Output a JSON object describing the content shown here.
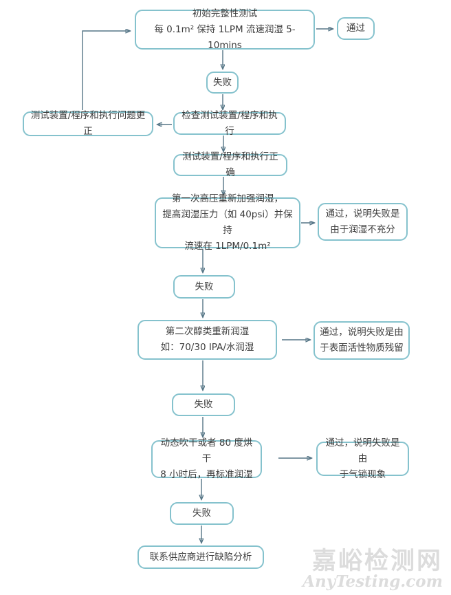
{
  "nodes": {
    "initial_test": {
      "line1": "初始完整性测试",
      "line2": "每 0.1m² 保持 1LPM 流速润湿 5-10mins"
    },
    "pass_top": {
      "label": "通过"
    },
    "fail_1": {
      "label": "失败"
    },
    "check_setup": {
      "label": "检查测试装置/程序和执行"
    },
    "correction": {
      "label": "测试装置/程序和执行问题更正"
    },
    "setup_correct": {
      "label": "测试装置/程序和执行正确"
    },
    "first_rewet": {
      "line1": "第一次高压重新加强润湿，",
      "line2": "提高润湿压力（如 40psi）并保持",
      "line3": "流速在 1LPM/0.1m²"
    },
    "pass_note_1": {
      "line1": "通过，说明失败是",
      "line2": "由于润湿不充分"
    },
    "fail_2": {
      "label": "失败"
    },
    "second_rewet": {
      "line1": "第二次醇类重新润湿",
      "line2": "如：70/30 IPA/水润湿"
    },
    "pass_note_2": {
      "line1": "通过，说明失败是由",
      "line2": "于表面活性物质残留"
    },
    "fail_3": {
      "label": "失败"
    },
    "dry_rewet": {
      "line1": "动态吹干或者 80 度烘干",
      "line2": "8 小时后，再标准润湿"
    },
    "pass_note_3": {
      "line1": "通过，说明失败是由",
      "line2": "于气锁现象"
    },
    "fail_4": {
      "label": "失败"
    },
    "contact_supplier": {
      "label": "联系供应商进行缺陷分析"
    }
  },
  "watermark": {
    "line1": "嘉峪检测网",
    "line2": "AnyTesting.com"
  },
  "colors": {
    "box_border": "#85c2cd",
    "arrow": "#557586",
    "text": "#3c3c3c",
    "watermark": "#dcdcdc",
    "background": "#ffffff"
  }
}
